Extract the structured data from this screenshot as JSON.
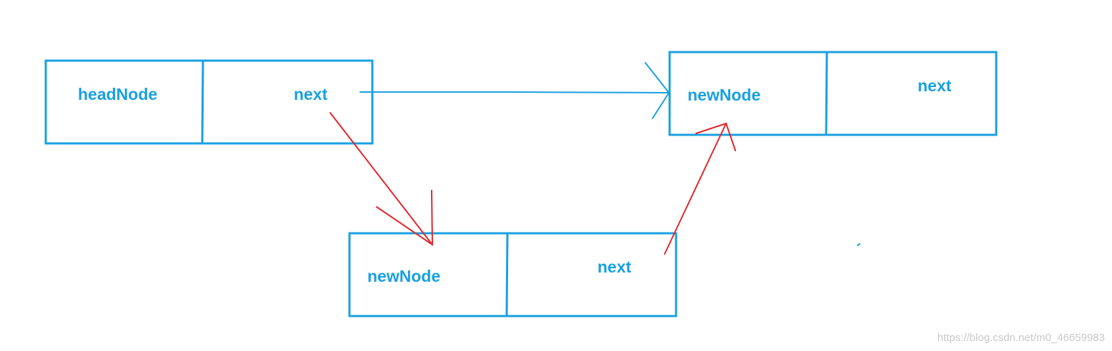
{
  "nodes": {
    "head": {
      "data_label": "headNode",
      "next_label": "next"
    },
    "new_top": {
      "data_label": "newNode",
      "next_label": "next"
    },
    "new_bottom": {
      "data_label": "newNode",
      "next_label": "next"
    }
  },
  "colors": {
    "box": "#1aa0e0",
    "label": "#1aa0e0",
    "old_link": "#1aa0e0",
    "new_link": "#e0282e",
    "watermark": "#c8c8c8"
  },
  "watermark": "https://blog.csdn.net/m0_46659983"
}
